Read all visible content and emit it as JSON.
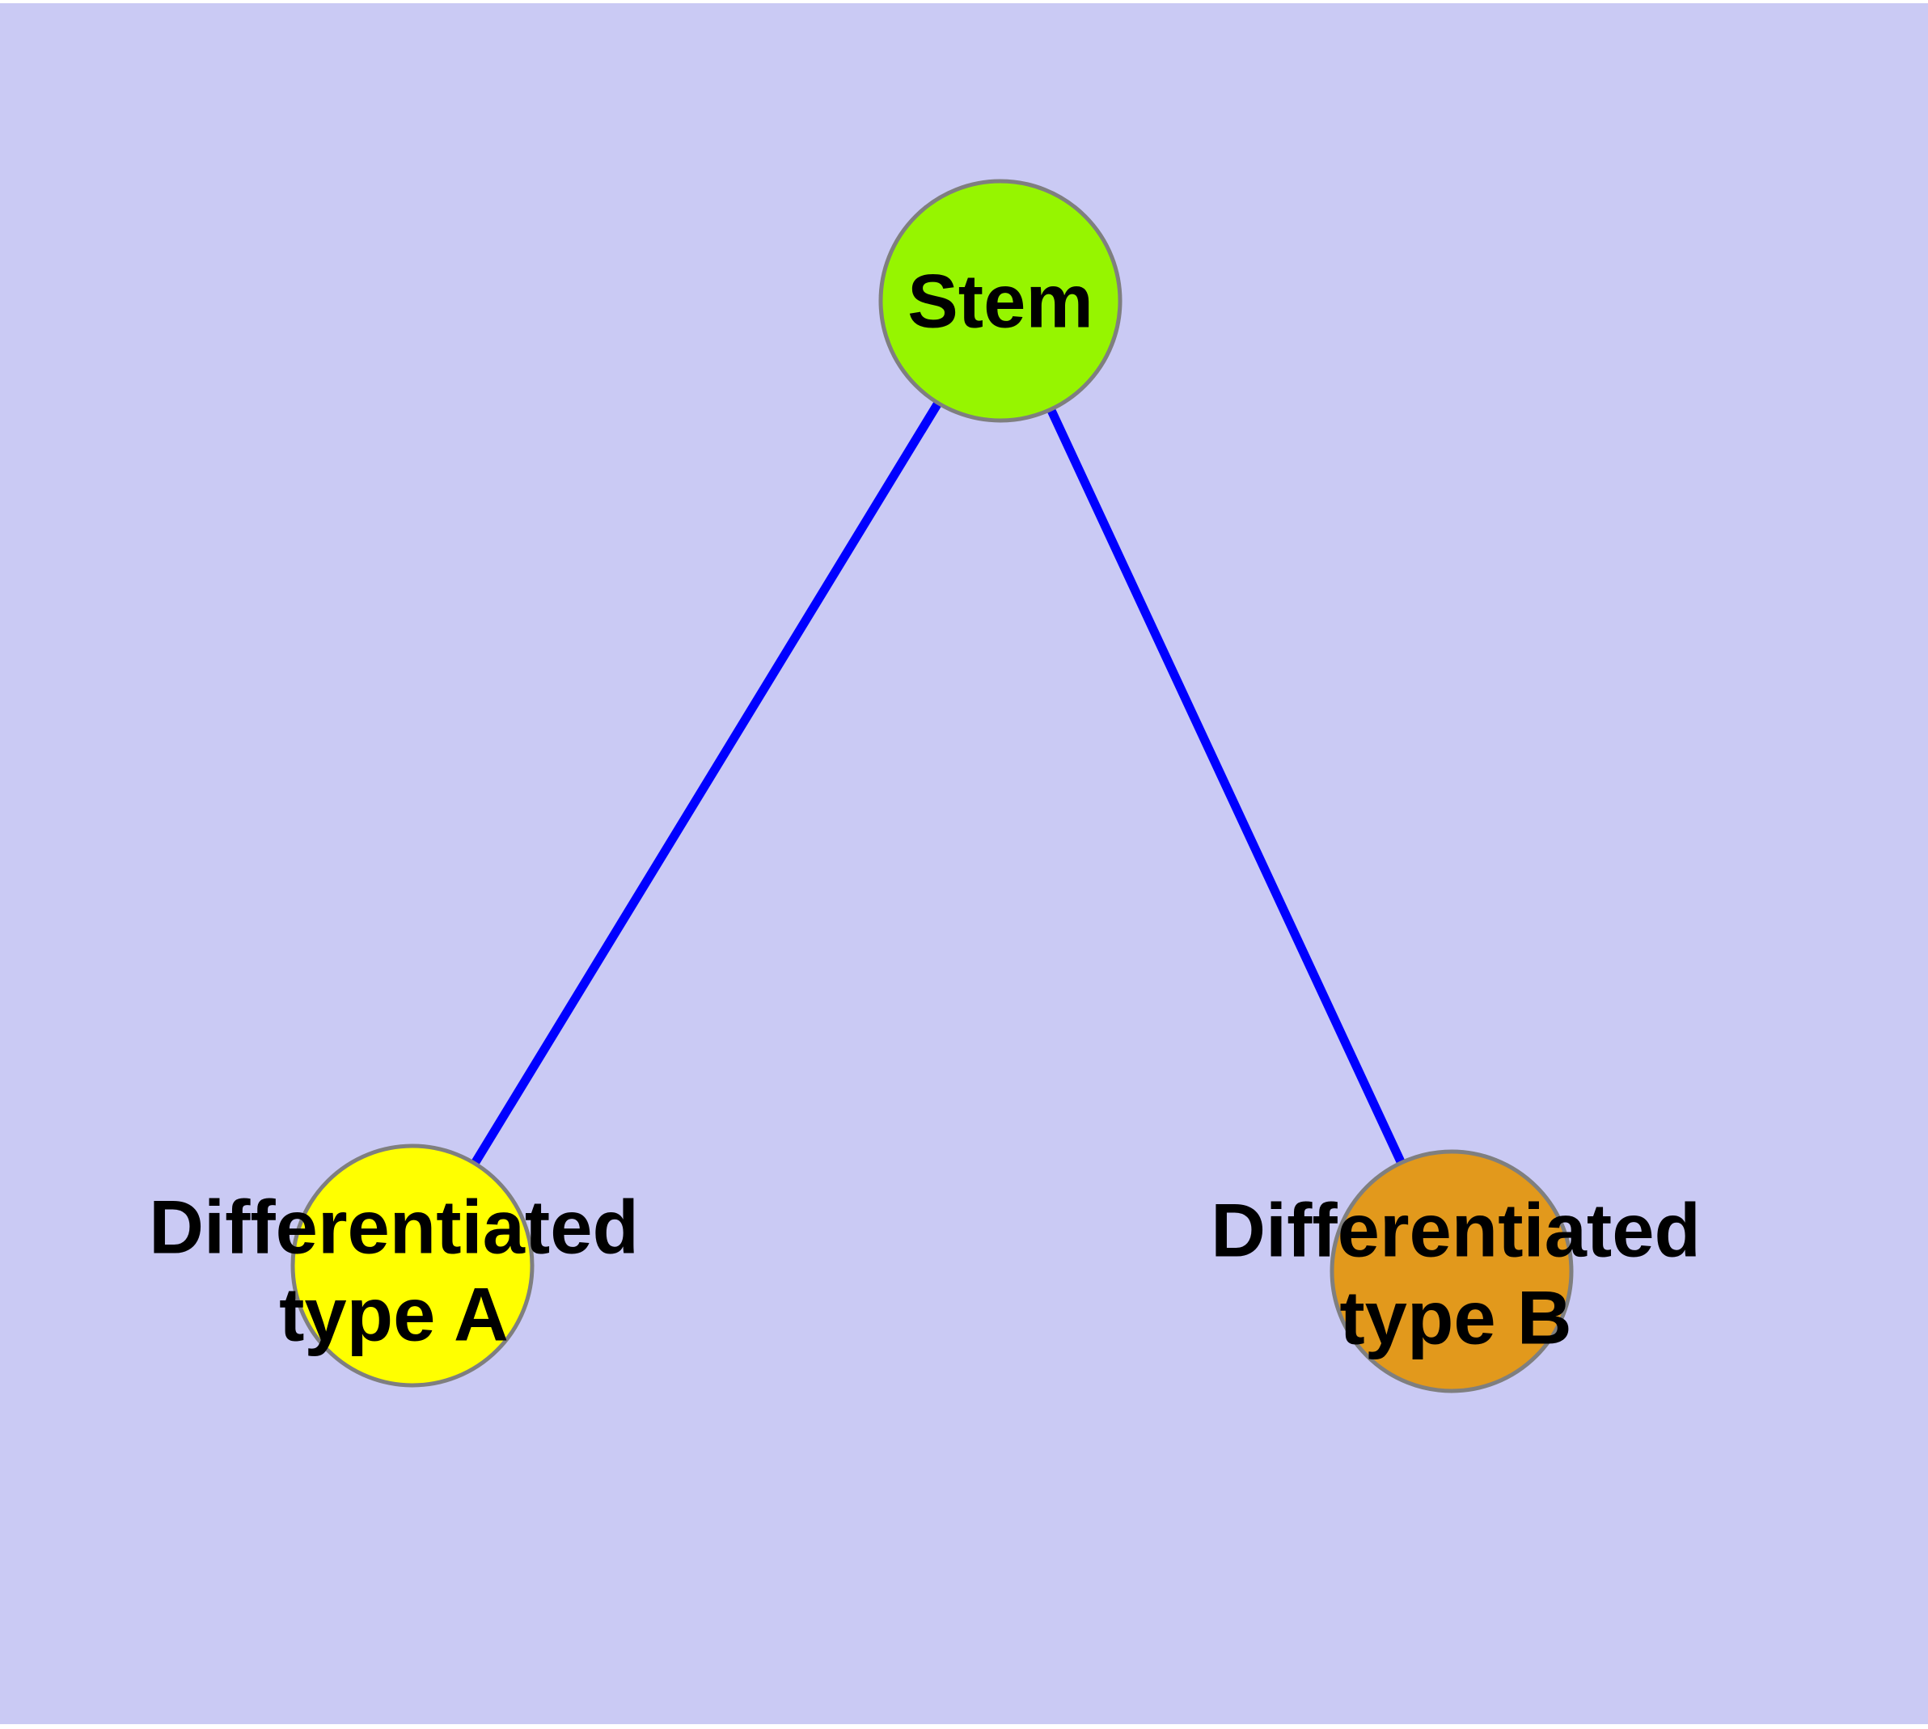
{
  "diagram": {
    "type": "node-link-graph",
    "background_color": "#CACAF4",
    "page_margin_color": "#FFFFFF",
    "edge_color": "#0000FF",
    "node_border_color": "#7F7F7F",
    "label_color": "#000000",
    "nodes": [
      {
        "id": "stem",
        "label": "Stem",
        "lines": [
          "Stem"
        ],
        "fill": "#96F500"
      },
      {
        "id": "differentiated-type-a",
        "label": "Differentiated type A",
        "lines": [
          "Differentiated",
          "type A"
        ],
        "fill": "#FFFF00"
      },
      {
        "id": "differentiated-type-b",
        "label": "Differentiated type B",
        "lines": [
          "Differentiated",
          "type B"
        ],
        "fill": "#E2991C"
      }
    ],
    "edges": [
      {
        "from": "stem",
        "to": "differentiated-type-a"
      },
      {
        "from": "stem",
        "to": "differentiated-type-b"
      }
    ]
  }
}
